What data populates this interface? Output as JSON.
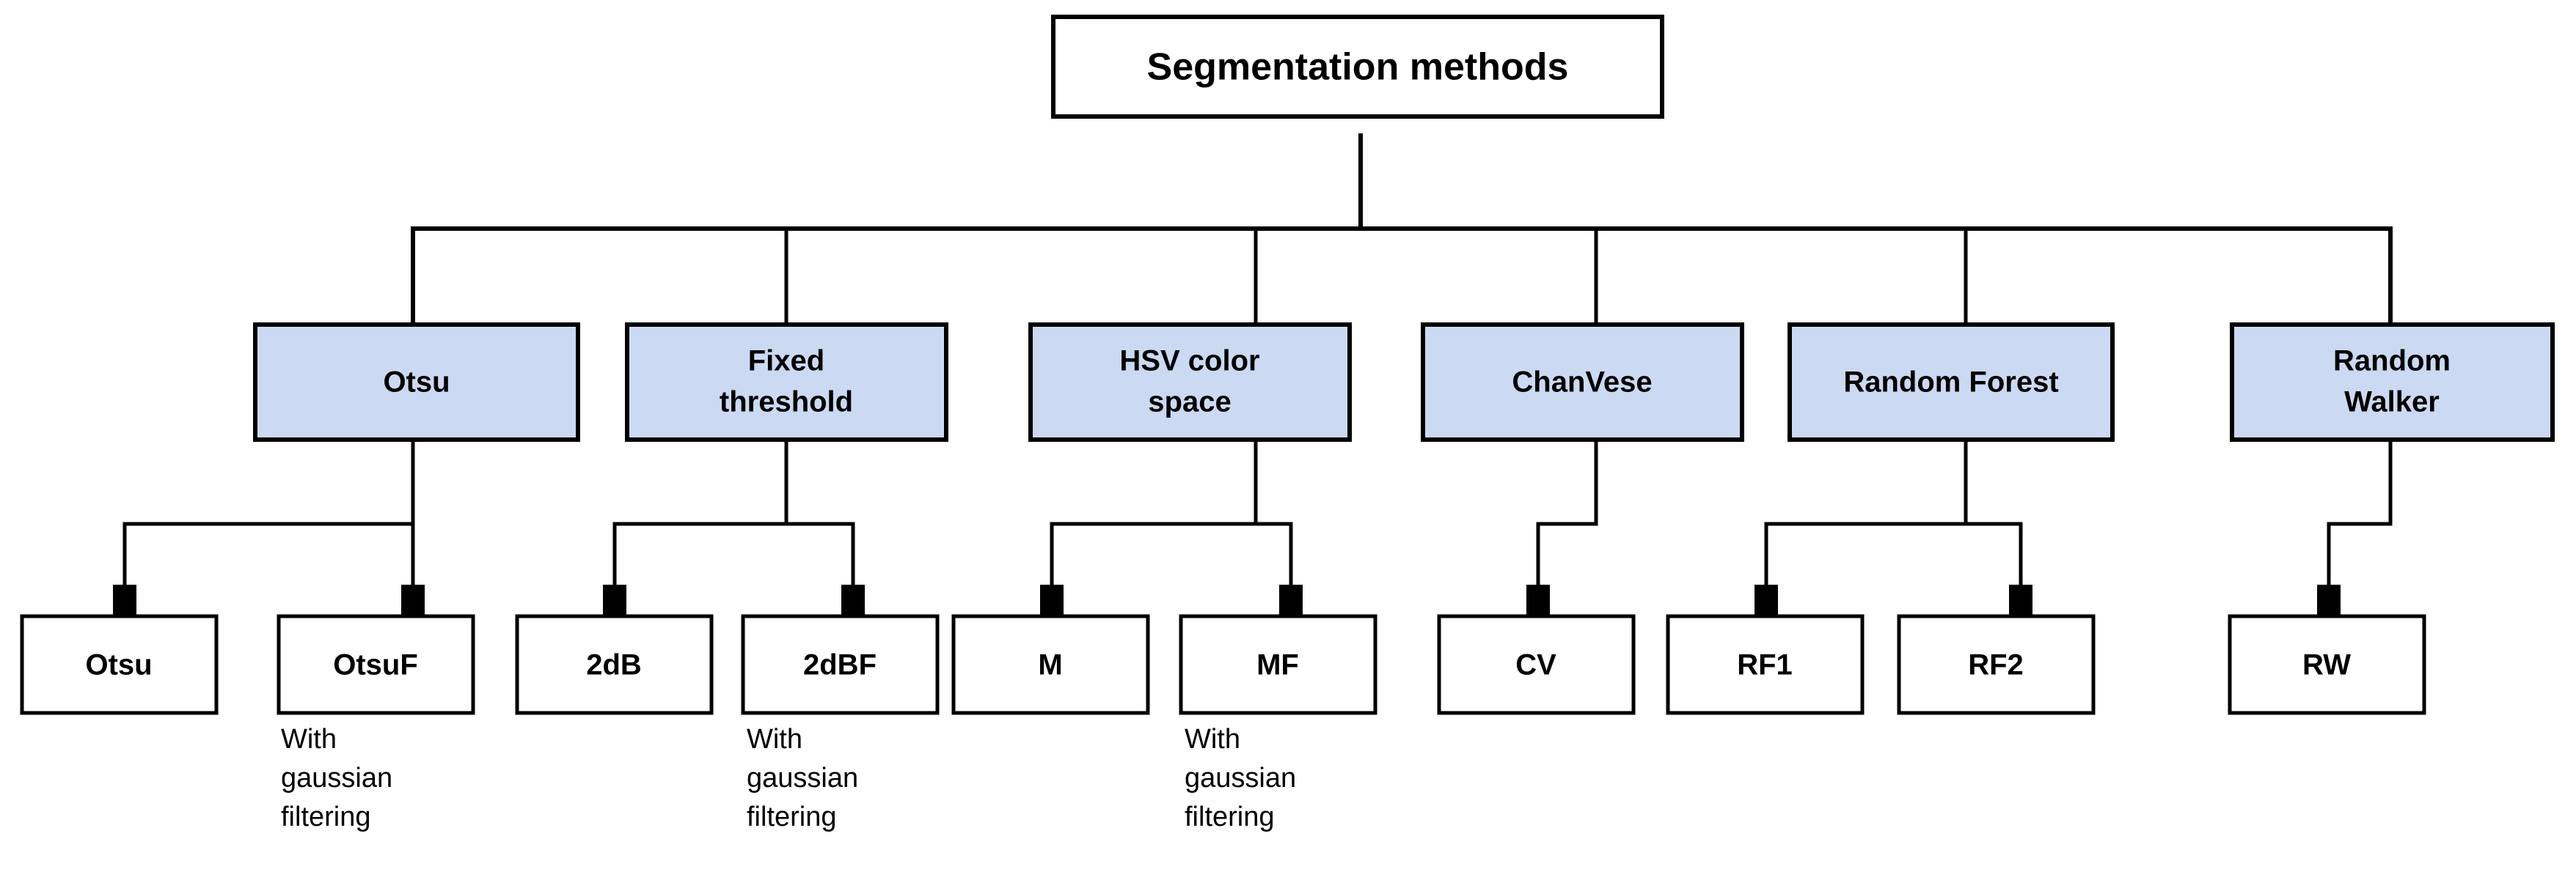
{
  "diagram": {
    "title": "Segmentation methods",
    "type": "tree-hierarchy",
    "background_color": "#ffffff",
    "colors": {
      "root_fill": "#ffffff",
      "method_fill": "#ccd9f2",
      "leaf_fill": "#ffffff",
      "stroke": "#000000",
      "text": "#000000"
    },
    "root": {
      "label": "Segmentation methods"
    },
    "methods": [
      {
        "id": "otsu",
        "label": "Otsu",
        "line1": "Otsu",
        "line2": ""
      },
      {
        "id": "fixed",
        "label": "Fixed threshold",
        "line1": "Fixed",
        "line2": "threshold"
      },
      {
        "id": "hsv",
        "label": "HSV color space",
        "line1": "HSV color",
        "line2": "space"
      },
      {
        "id": "chanvese",
        "label": "ChanVese",
        "line1": "ChanVese",
        "line2": ""
      },
      {
        "id": "randomforest",
        "label": "Random Forest",
        "line1": "Random Forest",
        "line2": ""
      },
      {
        "id": "randomwalker",
        "label": "Random Walker",
        "line1": "Random",
        "line2": "Walker"
      }
    ],
    "leaves": [
      {
        "id": "otsu",
        "label": "Otsu",
        "parent": "otsu",
        "caption": ""
      },
      {
        "id": "otsuf",
        "label": "OtsuF",
        "parent": "otsu",
        "caption": "With gaussian filtering"
      },
      {
        "id": "2db",
        "label": "2dB",
        "parent": "fixed",
        "caption": ""
      },
      {
        "id": "2dbf",
        "label": "2dBF",
        "parent": "fixed",
        "caption": "With gaussian filtering"
      },
      {
        "id": "m",
        "label": "M",
        "parent": "hsv",
        "caption": ""
      },
      {
        "id": "mf",
        "label": "MF",
        "parent": "hsv",
        "caption": "With gaussian filtering"
      },
      {
        "id": "cv",
        "label": "CV",
        "parent": "chanvese",
        "caption": ""
      },
      {
        "id": "rf1",
        "label": "RF1",
        "parent": "randomforest",
        "caption": ""
      },
      {
        "id": "rf2",
        "label": "RF2",
        "parent": "randomforest",
        "caption": ""
      },
      {
        "id": "rw",
        "label": "RW",
        "parent": "randomwalker",
        "caption": ""
      }
    ],
    "captions": [
      {
        "id": "cap-otsuf",
        "lines": [
          "With",
          "gaussian",
          "filtering"
        ]
      },
      {
        "id": "cap-2dbf",
        "lines": [
          "With",
          "gaussian",
          "filtering"
        ]
      },
      {
        "id": "cap-mf",
        "lines": [
          "With",
          "gaussian",
          "filtering"
        ]
      }
    ]
  }
}
